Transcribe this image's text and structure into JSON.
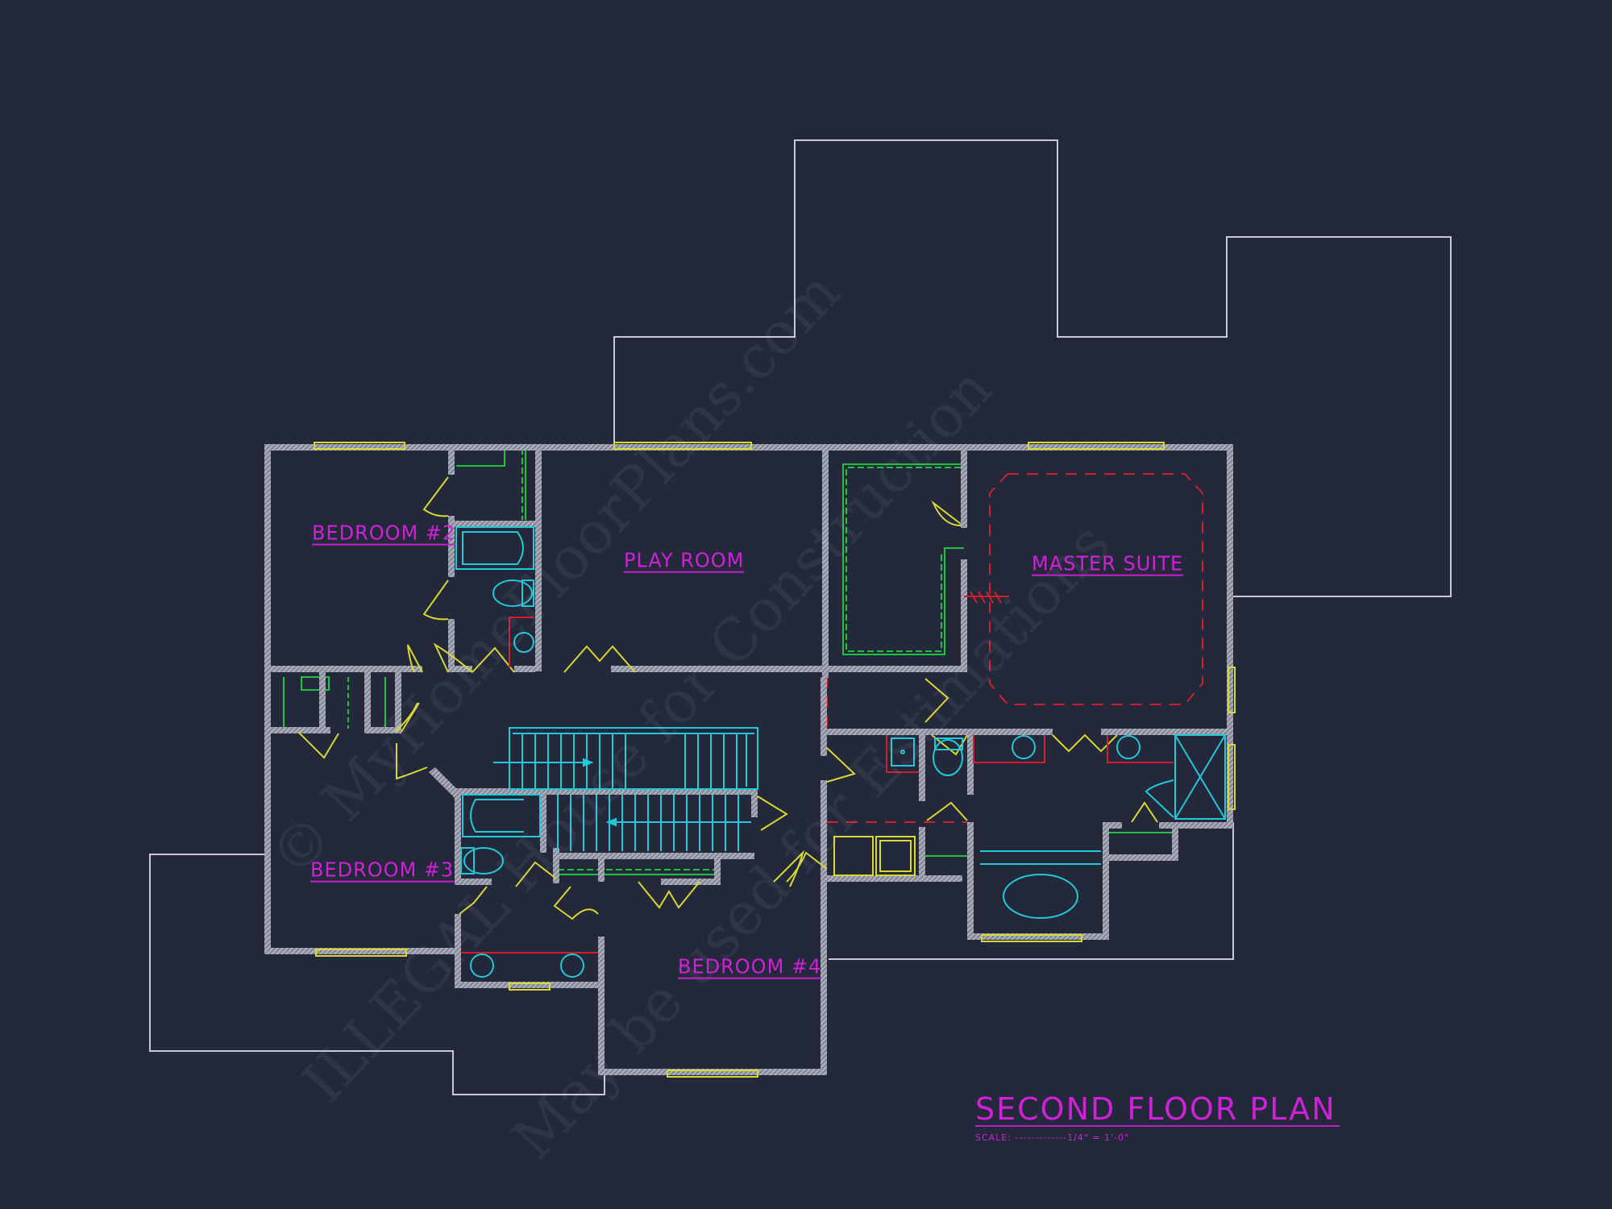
{
  "plan": {
    "title": "SECOND FLOOR PLAN",
    "scale_text": "SCALE: -------------1/4\" = 1'-0\""
  },
  "rooms": {
    "bedroom2": "BEDROOM #2",
    "playroom": "PLAY ROOM",
    "master_suite": "MASTER SUITE",
    "bedroom3": "BEDROOM #3",
    "bedroom4": "BEDROOM #4"
  },
  "watermark": {
    "line1": "© MyHomeFloorPlans.com",
    "line2": "ILLEGAL House for Construction",
    "line3": "May be used for Estimations"
  },
  "colors": {
    "background": "#23283b",
    "wall": "#b8bcc8",
    "door_window": "#d8d830",
    "fixture": "#20c8d8",
    "closet": "#20c040",
    "ceiling_dashed": "#d02030",
    "label": "#d020d8",
    "outline": "#c8cad8"
  }
}
